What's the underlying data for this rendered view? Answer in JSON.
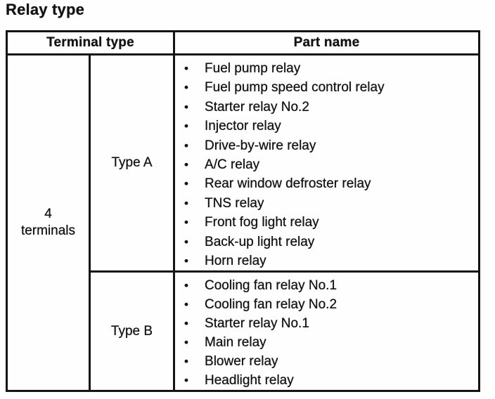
{
  "title": "Relay type",
  "table": {
    "bullet": "•",
    "headers": {
      "terminal_type": "Terminal type",
      "part_name": "Part name"
    },
    "terminal_group": "4 terminals",
    "rows": [
      {
        "type_label": "Type A",
        "parts": [
          "Fuel pump relay",
          "Fuel pump speed control relay",
          "Starter relay No.2",
          "Injector relay",
          "Drive-by-wire relay",
          "A/C relay",
          "Rear window defroster relay",
          "TNS relay",
          "Front fog light relay",
          "Back-up light relay",
          "Horn relay"
        ]
      },
      {
        "type_label": "Type B",
        "parts": [
          "Cooling fan relay No.1",
          "Cooling fan relay No.2",
          "Starter relay No.1",
          "Main relay",
          "Blower relay",
          "Headlight relay"
        ]
      }
    ]
  },
  "colors": {
    "ink": "#141414",
    "paper": "#fefefe"
  }
}
